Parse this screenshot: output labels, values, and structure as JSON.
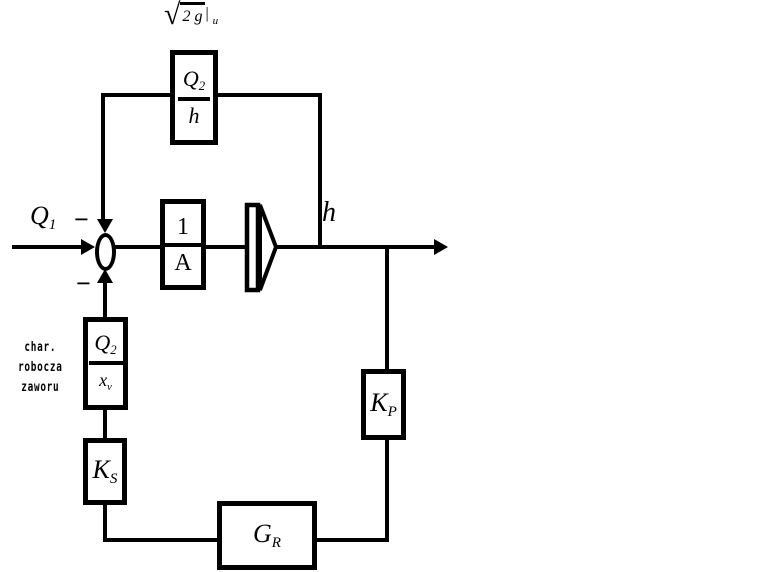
{
  "colors": {
    "ink": "#000000",
    "background": "#ffffff"
  },
  "annotation": {
    "sqrt": "√",
    "radicand": "2 g",
    "pipe": "|",
    "operating_point": "u"
  },
  "input_signal": {
    "base": "Q",
    "sub": "1"
  },
  "summer": {
    "minus_top": "−",
    "minus_bottom": "−"
  },
  "level_signal": "h",
  "blocks": {
    "flow_over_level": {
      "num_base": "Q",
      "num_sub": "2",
      "den": "h"
    },
    "tank_area": {
      "num": "1",
      "den": "A"
    },
    "valve_char": {
      "num_base": "Q",
      "num_sub": "2",
      "den_base": "x",
      "den_sub": "v"
    },
    "sensor_gain": {
      "base": "K",
      "sub": "S"
    },
    "process_gain": {
      "base": "K",
      "sub": "P"
    },
    "regulator": {
      "base": "G",
      "sub": "R"
    }
  },
  "note": {
    "line1": "char. robocza",
    "line2": "zaworu"
  }
}
